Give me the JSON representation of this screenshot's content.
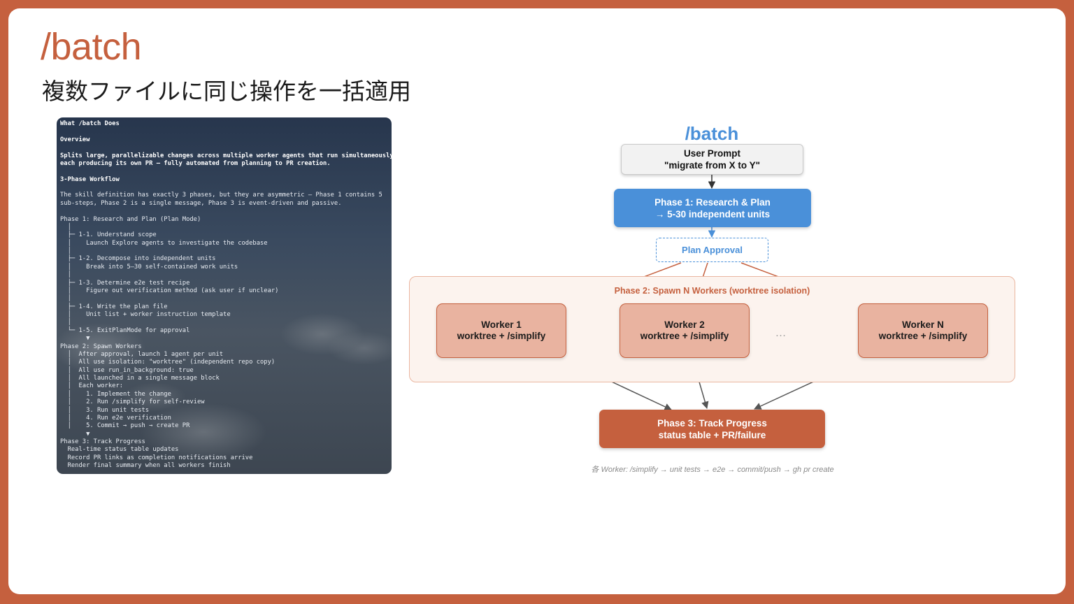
{
  "slide": {
    "title": "/batch",
    "subtitle": "複数ファイルに同じ操作を一括適用"
  },
  "terminal": {
    "lines": [
      {
        "text": "What /batch Does",
        "bold": true
      },
      {
        "text": ""
      },
      {
        "text": "Overview",
        "bold": true
      },
      {
        "text": ""
      },
      {
        "text": "Splits large, parallelizable changes across multiple worker agents that run simultaneously,",
        "bold": true
      },
      {
        "text": "each producing its own PR — fully automated from planning to PR creation.",
        "bold": true
      },
      {
        "text": ""
      },
      {
        "text": "3-Phase Workflow",
        "bold": true
      },
      {
        "text": ""
      },
      {
        "text": "The skill definition has exactly 3 phases, but they are asymmetric — Phase 1 contains 5"
      },
      {
        "text": "sub-steps, Phase 2 is a single message, Phase 3 is event-driven and passive."
      },
      {
        "text": ""
      },
      {
        "text": "Phase 1: Research and Plan (Plan Mode)"
      },
      {
        "text": "  │"
      },
      {
        "text": "  ├─ 1-1. Understand scope"
      },
      {
        "text": "  │    Launch Explore agents to investigate the codebase"
      },
      {
        "text": "  │"
      },
      {
        "text": "  ├─ 1-2. Decompose into independent units"
      },
      {
        "text": "  │    Break into 5–30 self-contained work units"
      },
      {
        "text": "  │"
      },
      {
        "text": "  ├─ 1-3. Determine e2e test recipe"
      },
      {
        "text": "  │    Figure out verification method (ask user if unclear)"
      },
      {
        "text": "  │"
      },
      {
        "text": "  ├─ 1-4. Write the plan file"
      },
      {
        "text": "  │    Unit list + worker instruction template"
      },
      {
        "text": "  │"
      },
      {
        "text": "  └─ 1-5. ExitPlanMode for approval"
      },
      {
        "text": "       ▼"
      },
      {
        "text": "Phase 2: Spawn Workers"
      },
      {
        "text": "  │  After approval, launch 1 agent per unit"
      },
      {
        "text": "  │  All use isolation: \"worktree\" (independent repo copy)"
      },
      {
        "text": "  │  All use run_in_background: true"
      },
      {
        "text": "  │  All launched in a single message block"
      },
      {
        "text": "  │  Each worker:"
      },
      {
        "text": "  │    1. Implement the change"
      },
      {
        "text": "  │    2. Run /simplify for self-review"
      },
      {
        "text": "  │    3. Run unit tests"
      },
      {
        "text": "  │    4. Run e2e verification"
      },
      {
        "text": "  │    5. Commit → push → create PR"
      },
      {
        "text": "       ▼"
      },
      {
        "text": "Phase 3: Track Progress"
      },
      {
        "text": "  Real-time status table updates"
      },
      {
        "text": "  Record PR links as completion notifications arrive"
      },
      {
        "text": "  Render final summary when all workers finish"
      }
    ]
  },
  "diagram": {
    "title": "/batch",
    "user_prompt": {
      "line1": "User Prompt",
      "line2": "\"migrate from X to Y\""
    },
    "phase1": {
      "line1": "Phase 1: Research & Plan",
      "line2": "→ 5-30 independent units"
    },
    "plan_approval": "Plan Approval",
    "phase2_label": "Phase 2: Spawn N Workers (worktree isolation)",
    "workers": [
      {
        "line1": "Worker 1",
        "line2": "worktree + /simplify"
      },
      {
        "line1": "Worker 2",
        "line2": "worktree + /simplify"
      },
      {
        "line1": "Worker N",
        "line2": "worktree + /simplify"
      }
    ],
    "ellipsis": "…",
    "phase3": {
      "line1": "Phase 3: Track Progress",
      "line2": "status table + PR/failure"
    },
    "footnote": "各 Worker: /simplify → unit tests → e2e → commit/push → gh pr create",
    "colors": {
      "accent": "#c5603e",
      "blue": "#4a90d9",
      "worker_fill": "#e9b3a0",
      "phase2_fill": "#fcf3ee"
    }
  }
}
